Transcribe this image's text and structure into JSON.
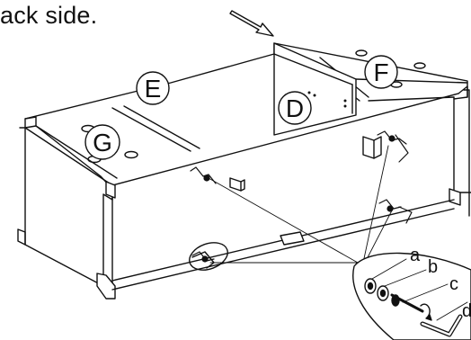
{
  "caption": "ack side.",
  "panels": {
    "E": "E",
    "F": "F",
    "G": "G",
    "D": "D"
  },
  "hardware": {
    "a": "a",
    "b": "b",
    "c": "c",
    "d": "d"
  }
}
